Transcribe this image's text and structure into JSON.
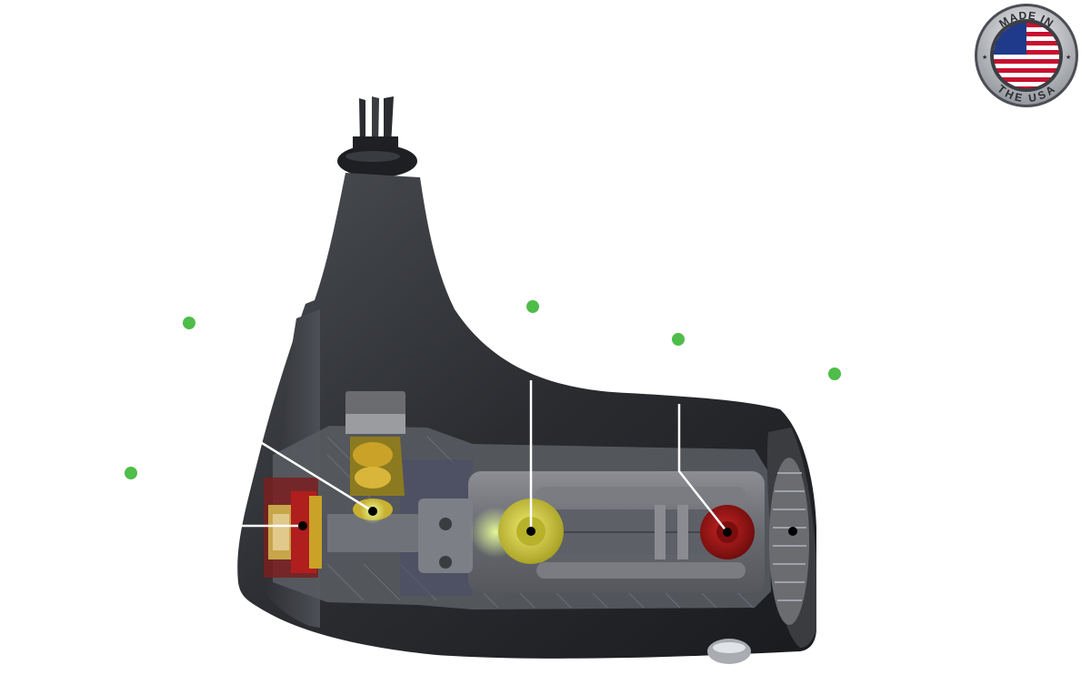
{
  "badge": {
    "top_text": "MADE IN",
    "bottom_text": "THE USA",
    "colors": {
      "ring": "#cfd2d6",
      "ring_dark": "#6c7076",
      "flag_red": "#c8102e",
      "flag_blue": "#1f3a8a",
      "flag_white": "#ffffff"
    }
  },
  "hotspots": [
    {
      "id": "hotspot-1"
    },
    {
      "id": "hotspot-2"
    },
    {
      "id": "hotspot-3"
    },
    {
      "id": "hotspot-4"
    },
    {
      "id": "hotspot-5"
    }
  ],
  "colors": {
    "accent_green": "#4fbd4a",
    "body_dark": "#2b2d31",
    "cutaway_gray": "#6e7076",
    "yellow_piston": "#d8d23a",
    "red_piston": "#9c1414",
    "brass": "#c9a227"
  }
}
